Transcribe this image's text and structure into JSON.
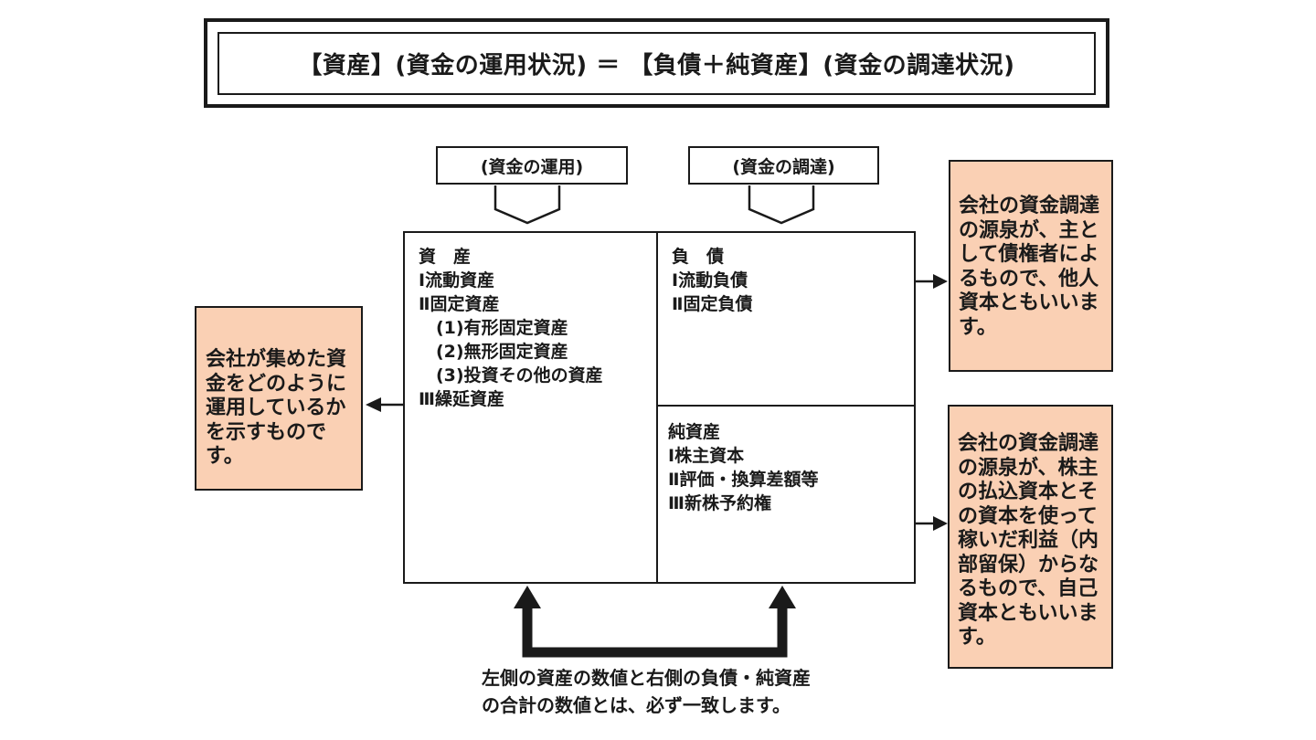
{
  "title": {
    "text": "【資産】(資金の運用状況) ＝ 【負債＋純資産】(資金の調達状況)"
  },
  "flow_labels": {
    "operation": "(資金の運用)",
    "financing": "(資金の調達)"
  },
  "balance_sheet": {
    "assets_lines": "資　産\nⅠ流動資産\nⅡ固定資産\n　(1)有形固定資産\n　(2)無形固定資産\n　(3)投資その他の資産\nⅢ繰延資産",
    "liabilities_lines": "負　債\nⅠ流動負債\nⅡ固定負債",
    "net_assets_lines": "純資産\nⅠ株主資本\nⅡ評価・換算差額等\nⅢ新株予約権"
  },
  "notes": {
    "assets": "会社が集めた資\n金をどのように\n運用しているか\nを示すものです。",
    "liabilities": "会社の資金調達\nの源泉が、主と\nして債権者によ\nるもので、他人\n資本ともいいま\nす。",
    "net_assets": "会社の資金調達\nの源泉が、株主\nの払込資本とそ\nの資本を使って\n稼いだ利益（内\n部留保）からな\nるもので、自己\n資本ともいいま\nす。",
    "equality": "左側の資産の数値と右側の負債・純資産\nの合計の数値とは、必ず一致します。"
  },
  "colors": {
    "note-fill": "#FAD0B4",
    "line": "#1A1A1A"
  }
}
